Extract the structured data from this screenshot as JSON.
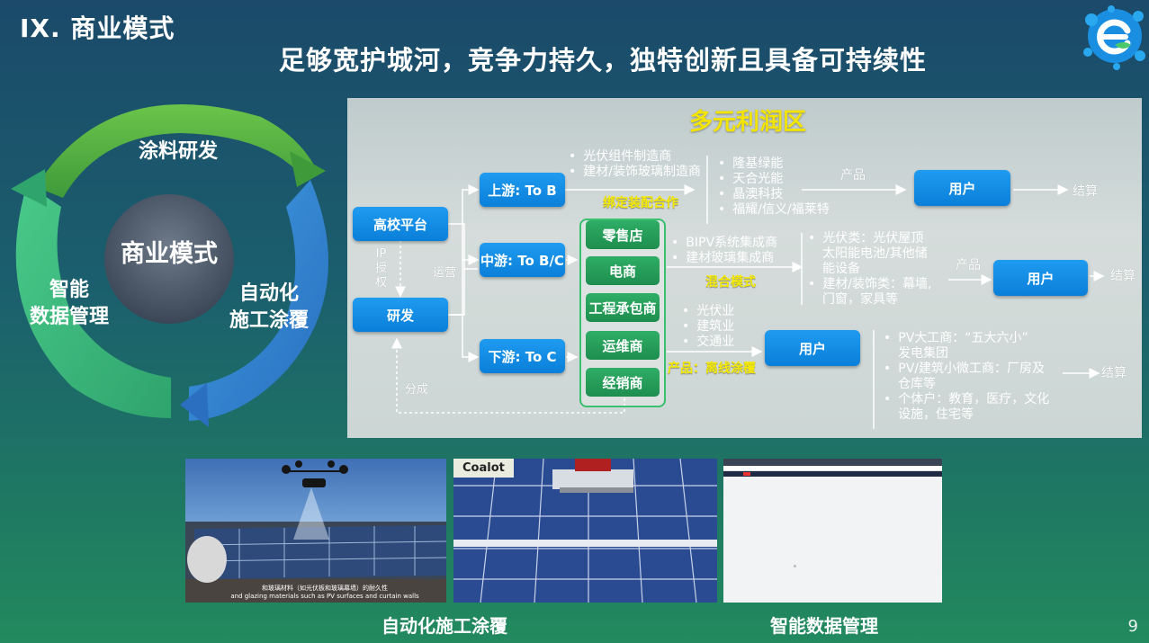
{
  "slide_title": "IX. 商业模式",
  "headline": "足够宽护城河，竞争力持久，独特创新且具备可持续性",
  "page_number": "9",
  "cycle": {
    "center": "商业模式",
    "top": "涂料研发",
    "left_line1": "智能",
    "left_line2": "数据管理",
    "right_line1": "自动化",
    "right_line2": "施工涂覆"
  },
  "diagram": {
    "zone_title": "多元利润区",
    "left": {
      "platform": "高校平台",
      "ip_label": [
        "IP",
        "授",
        "权"
      ],
      "rd": "研发",
      "ops": "运营",
      "split": "分成"
    },
    "upstream": {
      "label": "上游: To B",
      "pre_items": [
        "光伏组件制造商",
        "建材/装饰玻璃制造商"
      ],
      "arrow_label": "绑定装配合作",
      "companies": [
        "隆基绿能",
        "天合光能",
        "晶澳科技",
        "福耀/信义/福莱特"
      ],
      "product": "产品",
      "user": "用户",
      "settle": "结算"
    },
    "midstream": {
      "label": "中游: To B/C",
      "pre_items": [
        "BIPV系统集成商",
        "建材玻璃集成商"
      ],
      "arrow_label": "混合模式",
      "post_items": [
        [
          "光伏类：光伏屋顶",
          "太阳能电池/其他储",
          "能设备"
        ],
        [
          "建材/装饰类：幕墙,",
          "门窗，家具等"
        ]
      ],
      "product": "产品",
      "user": "用户",
      "settle": "结算"
    },
    "downstream": {
      "label": "下游: To C",
      "pre_items": [
        "光伏业",
        "建筑业",
        "交通业"
      ],
      "arrow_label": "产品：离线涂覆",
      "user": "用户",
      "post_items": [
        [
          "PV大工商：“五大六小”",
          "发电集团"
        ],
        [
          "PV/建筑小微工商：厂房及",
          "仓库等"
        ],
        [
          "个体户：教育，医疗，文化",
          "设施，住宅等"
        ]
      ],
      "settle": "结算"
    },
    "channels": [
      "零售店",
      "电商",
      "工程承包商",
      "运维商",
      "经销商"
    ]
  },
  "photos": {
    "photo1_subtitle_cn": "和玻璃材料（如光伏板和玻璃幕墙）的耐久性",
    "photo1_subtitle_en": "and glazing materials such as PV surfaces and curtain walls",
    "photo2_tag": "Coalot",
    "caption1": "自动化施工涂覆",
    "caption2": "智能数据管理"
  }
}
